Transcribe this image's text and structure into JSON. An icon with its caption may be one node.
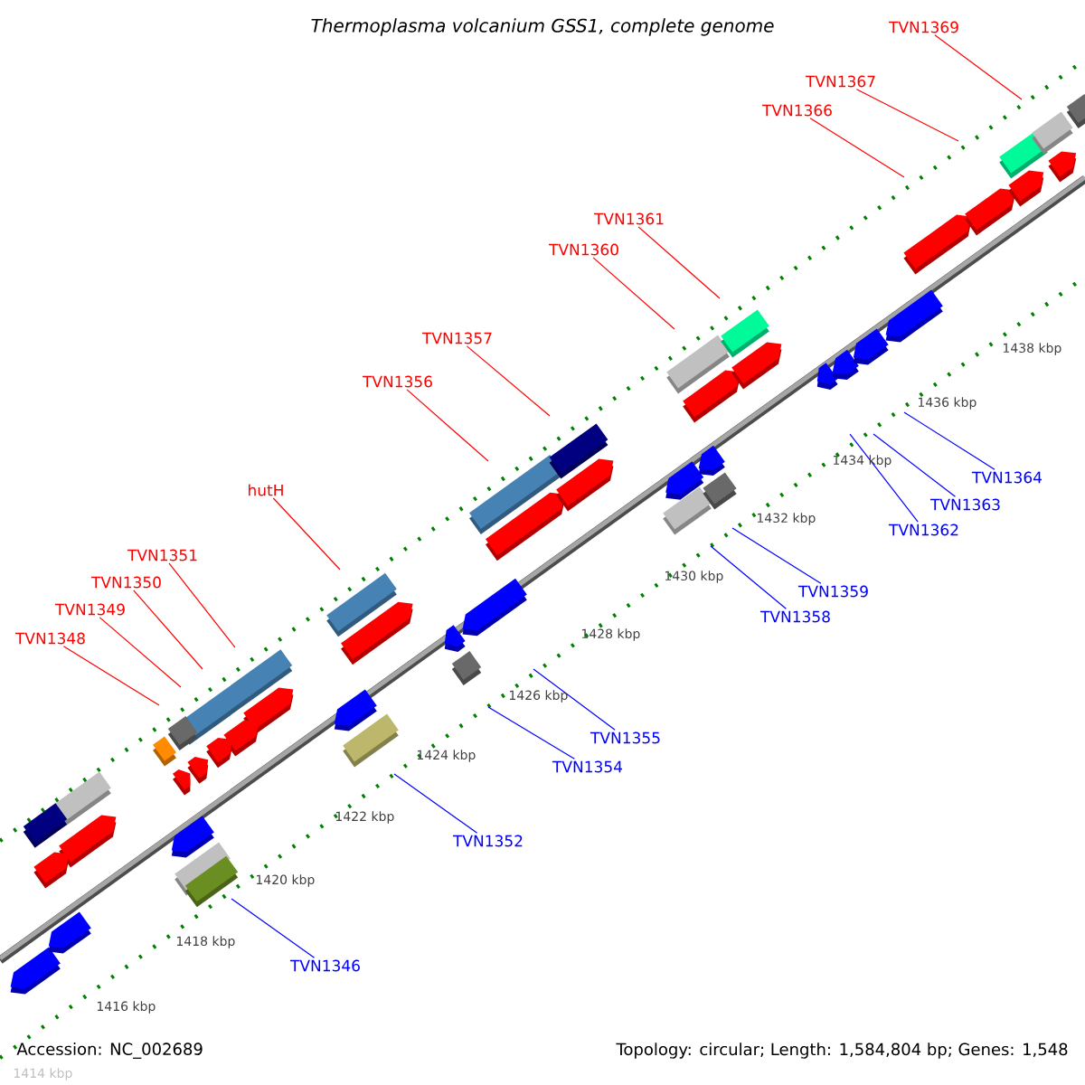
{
  "diagram": {
    "title": "Thermoplasma volcanium GSS1, complete genome",
    "nodes": [
      {
        "text": [
          "TVN1369"
        ]
      },
      {
        "text": [
          "TVN1367"
        ]
      },
      {
        "text": [
          "TVN1366"
        ]
      },
      {
        "text": [
          "TVN1361"
        ]
      },
      {
        "text": [
          "TVN1360"
        ]
      },
      {
        "text": [
          "TVN1357"
        ]
      },
      {
        "text": [
          "TVN1356"
        ]
      },
      {
        "text": [
          "hutH"
        ]
      },
      {
        "text": [
          "TVN1351"
        ]
      },
      {
        "text": [
          "TVN1350"
        ]
      },
      {
        "text": [
          "TVN1349"
        ]
      },
      {
        "text": [
          "TVN1348"
        ]
      },
      {
        "text": [
          "TVN1364"
        ]
      },
      {
        "text": [
          "TVN1363"
        ]
      },
      {
        "text": [
          "TVN1362"
        ]
      },
      {
        "text": [
          "TVN1359"
        ]
      },
      {
        "text": [
          "TVN1358"
        ]
      },
      {
        "text": [
          "TVN1355"
        ]
      },
      {
        "text": [
          "TVN1354"
        ]
      },
      {
        "text": [
          "TVN1352"
        ]
      },
      {
        "text": [
          "TVN1346"
        ]
      }
    ],
    "edges": [
      {
        "from": 0,
        "to": null,
        "arrow": "none"
      },
      {
        "from": 1,
        "to": null,
        "arrow": "none"
      },
      {
        "from": 2,
        "to": null,
        "arrow": "none"
      },
      {
        "from": 3,
        "to": null,
        "arrow": "none"
      },
      {
        "from": 4,
        "to": null,
        "arrow": "none"
      },
      {
        "from": 5,
        "to": null,
        "arrow": "none"
      },
      {
        "from": 6,
        "to": null,
        "arrow": "none"
      },
      {
        "from": 7,
        "to": null,
        "arrow": "none"
      },
      {
        "from": 8,
        "to": null,
        "arrow": "none"
      },
      {
        "from": 9,
        "to": null,
        "arrow": "none"
      },
      {
        "from": 10,
        "to": null,
        "arrow": "none"
      },
      {
        "from": 11,
        "to": null,
        "arrow": "none"
      },
      {
        "from": 12,
        "to": null,
        "arrow": "none",
        "color": "#0000ff"
      },
      {
        "from": 13,
        "to": null,
        "arrow": "none",
        "color": "#0000ff"
      },
      {
        "from": 14,
        "to": null,
        "arrow": "none",
        "color": "#0000ff"
      },
      {
        "from": 15,
        "to": null,
        "arrow": "none",
        "color": "#0000ff"
      },
      {
        "from": 16,
        "to": null,
        "arrow": "none",
        "color": "#0000ff"
      },
      {
        "from": 17,
        "to": null,
        "arrow": "none",
        "color": "#0000ff"
      },
      {
        "from": 18,
        "to": null,
        "arrow": "none",
        "color": "#0000ff"
      },
      {
        "from": 19,
        "to": null,
        "arrow": "none",
        "color": "#0000ff"
      },
      {
        "from": 20,
        "to": null,
        "arrow": "none",
        "color": "#0000ff"
      }
    ],
    "labels": [
      "1438 kbp",
      "1436 kbp",
      "1434 kbp",
      "1432 kbp",
      "1430 kbp",
      "1428 kbp",
      "1426 kbp",
      "1424 kbp",
      "1422 kbp",
      "1420 kbp",
      "1418 kbp",
      "1416 kbp",
      "Accession: NC_002689",
      "Topology: circular; Length: 1,584,804 bp; Genes: 1,548",
      "1414 kbp"
    ]
  }
}
